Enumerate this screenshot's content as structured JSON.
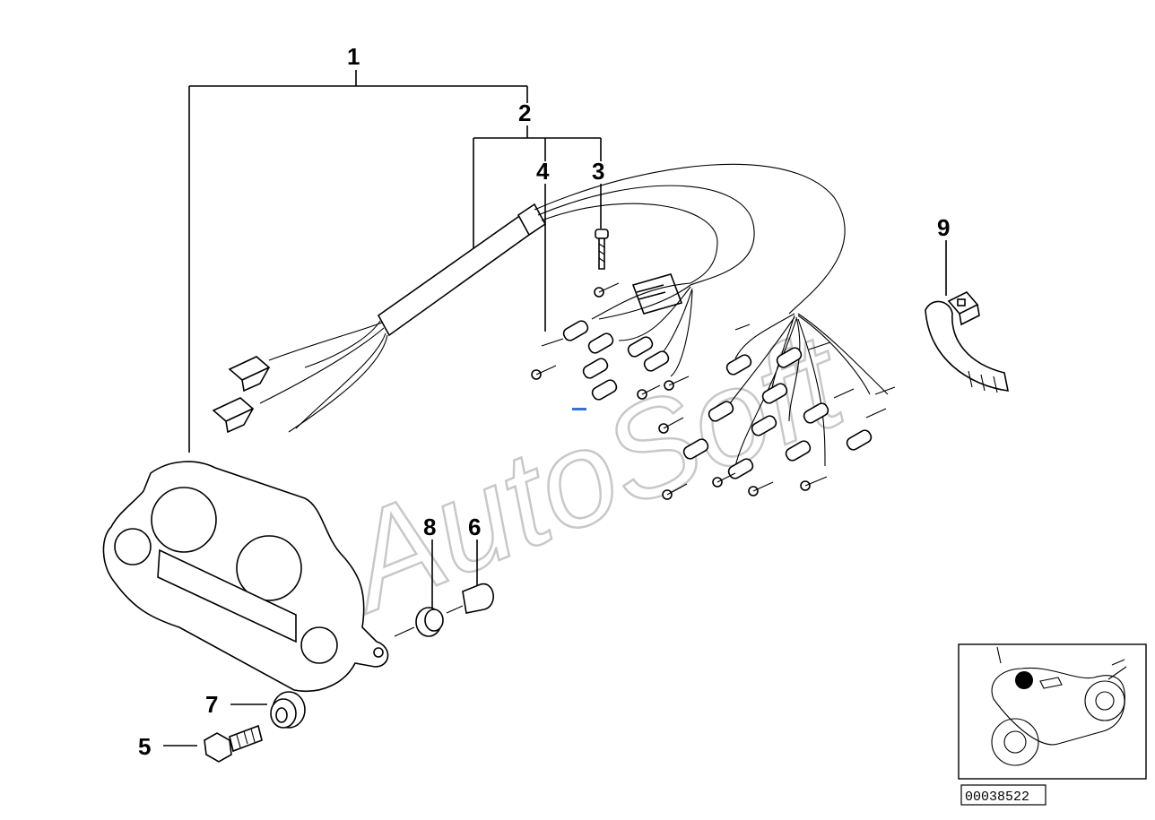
{
  "diagram": {
    "callouts": [
      "1",
      "2",
      "3",
      "4",
      "5",
      "6",
      "7",
      "8",
      "9"
    ],
    "watermark": "AutoSoft",
    "drawing_number": "00038522"
  }
}
